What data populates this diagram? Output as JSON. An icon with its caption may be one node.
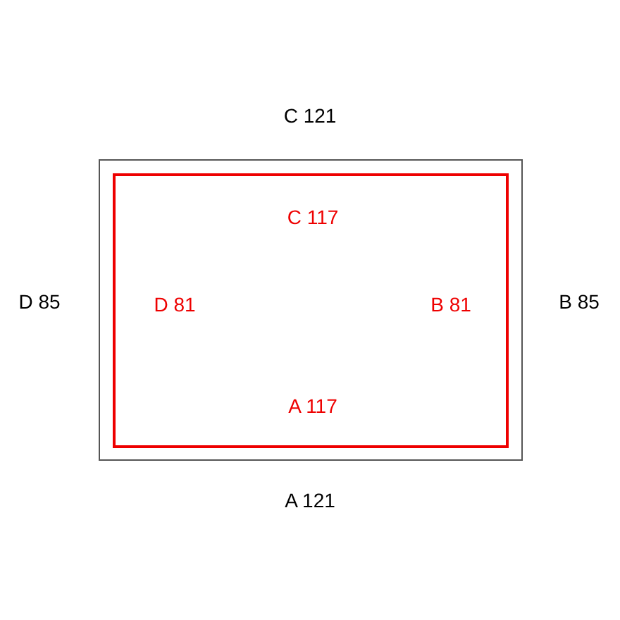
{
  "diagram": {
    "nodes": [
      {
        "text": [],
        "shape": "box",
        "beside": [
          "C 121",
          "D 85",
          "B 85",
          "A 121"
        ]
      },
      {
        "text": [
          "C 117",
          "D 81",
          "B 81",
          "A 117"
        ],
        "in": 0
      }
    ]
  }
}
